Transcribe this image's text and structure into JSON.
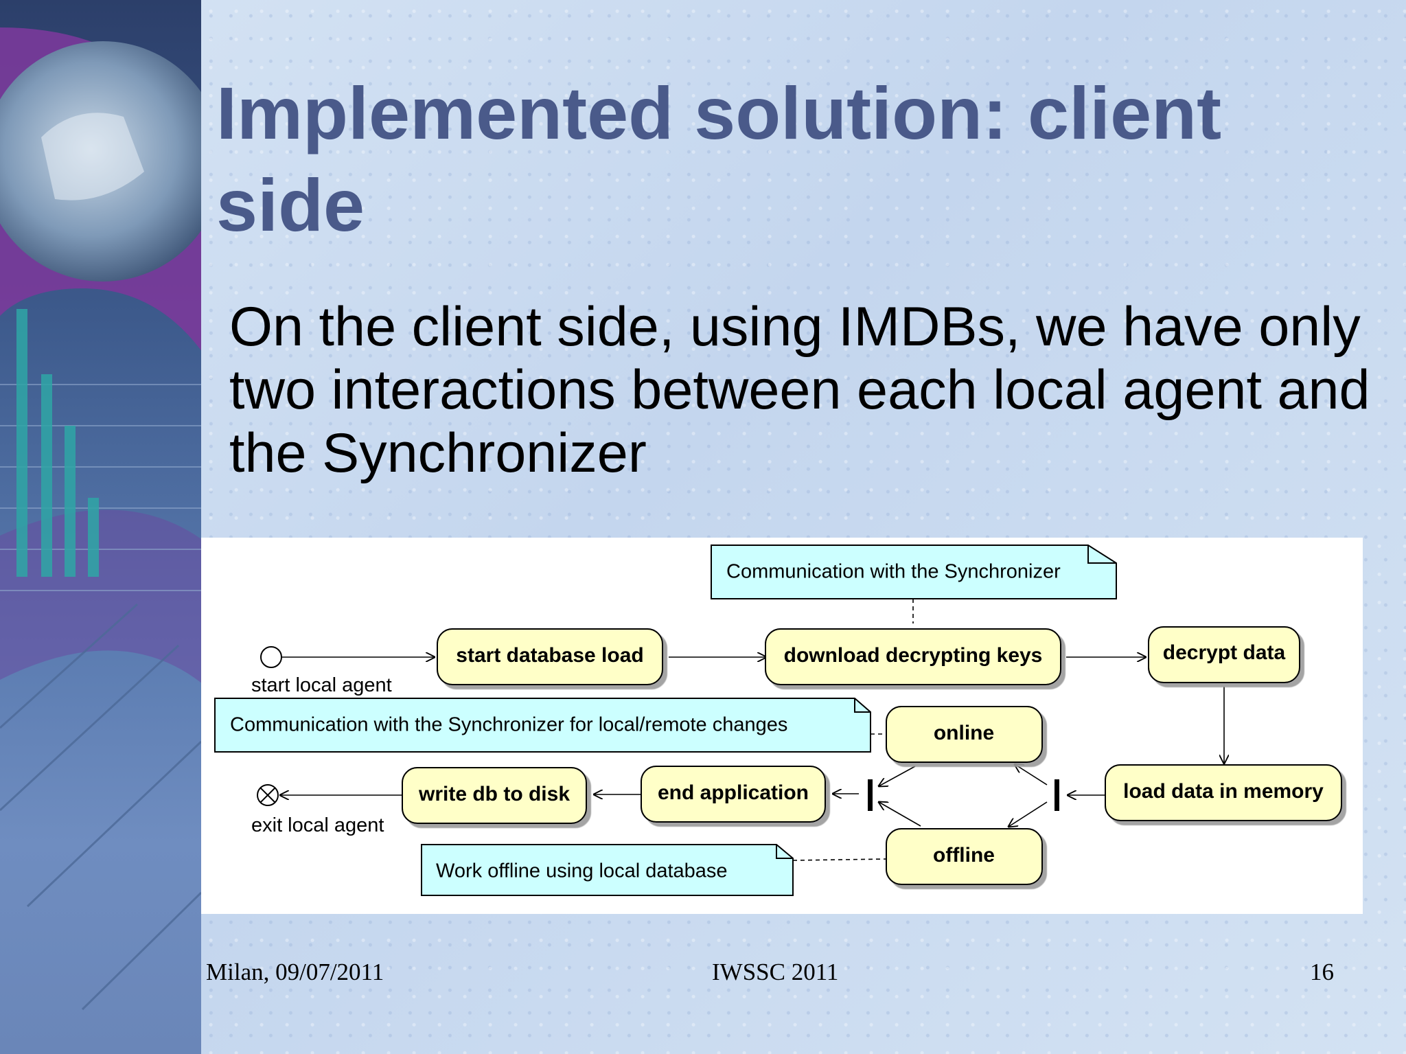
{
  "slide": {
    "title": "Implemented solution: client side",
    "body": "On the client side, using IMDBs, we have only two interactions between each local agent and the Synchronizer"
  },
  "diagram": {
    "initial_label": "start local agent",
    "final_label": "exit local agent",
    "activities": {
      "start_db_load": "start database load",
      "download_keys": "download decrypting keys",
      "decrypt": "decrypt data",
      "load_memory": "load data in memory",
      "online": "online",
      "offline": "offline",
      "end_app": "end application",
      "write_db": "write db to disk"
    },
    "notes": {
      "sync_comm": "Communication with the Synchronizer",
      "sync_changes": "Communication with the Synchronizer for local/remote changes",
      "offline_work": "Work offline using local database"
    }
  },
  "footer": {
    "location_date": "Milan, 09/07/2011",
    "conference": "IWSSC 2011",
    "page_number": "16"
  },
  "colors": {
    "title": "#4a5a8a",
    "activity_fill": "#ffffc8",
    "note_fill": "#ccffff"
  }
}
